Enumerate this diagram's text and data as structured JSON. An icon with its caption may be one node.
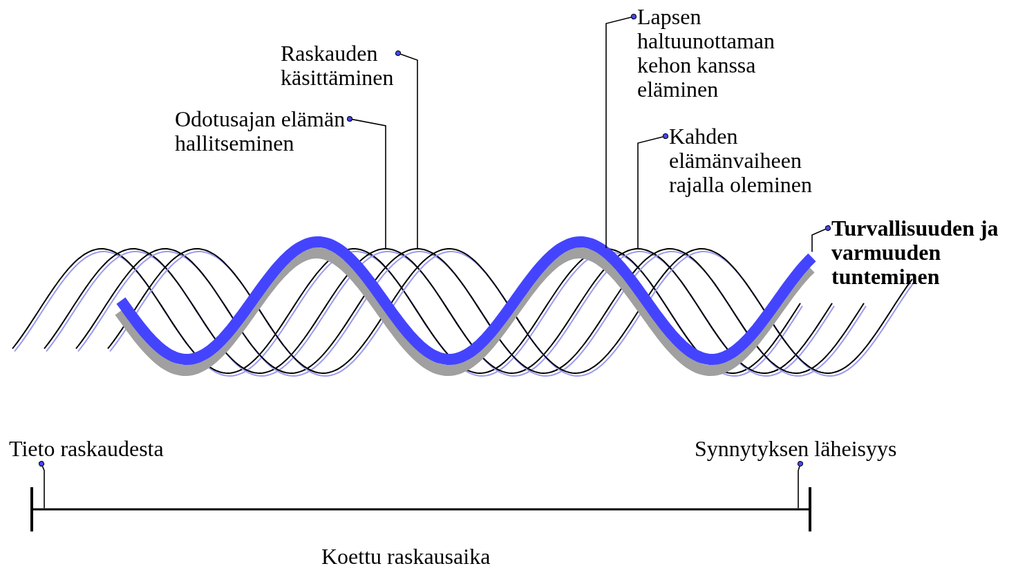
{
  "diagram": {
    "nodes": [
      {
        "text": [
          "Raskauden käsittäminen"
        ]
      },
      {
        "text": [
          "Odotusajan elämän hallitseminen"
        ]
      },
      {
        "text": [
          "Lapsen haltuunottaman kehon kanssa eläminen"
        ]
      },
      {
        "text": [
          "Kahden elämänvaiheen rajalla oleminen"
        ]
      },
      {
        "text": [
          "Turvallisuuden ja varmuuden tunteminen"
        ]
      },
      {
        "text": [
          "Tieto raskaudesta"
        ]
      },
      {
        "text": [
          "Synnytyksen läheisyys"
        ]
      },
      {
        "text": [],
        "shape": "curve"
      },
      {
        "text": [],
        "shape": "curve"
      },
      {
        "text": [],
        "shape": "curve"
      },
      {
        "text": [],
        "shape": "curve"
      },
      {
        "text": [],
        "shape": "curve"
      },
      {
        "text": [],
        "shape": "line",
        "beside": [
          "Koettu raskausaika"
        ]
      }
    ],
    "edges": [
      {
        "from": 0,
        "to": 9,
        "arrow": "other"
      },
      {
        "from": 1,
        "to": 8,
        "arrow": "other"
      },
      {
        "from": 2,
        "to": 7,
        "arrow": "other"
      },
      {
        "from": 3,
        "to": 8,
        "arrow": "other"
      },
      {
        "from": 4,
        "to": 11,
        "arrow": "other"
      },
      {
        "from": 5,
        "to": 12,
        "arrow": "other"
      },
      {
        "from": 6,
        "to": 12,
        "arrow": "other"
      }
    ]
  }
}
